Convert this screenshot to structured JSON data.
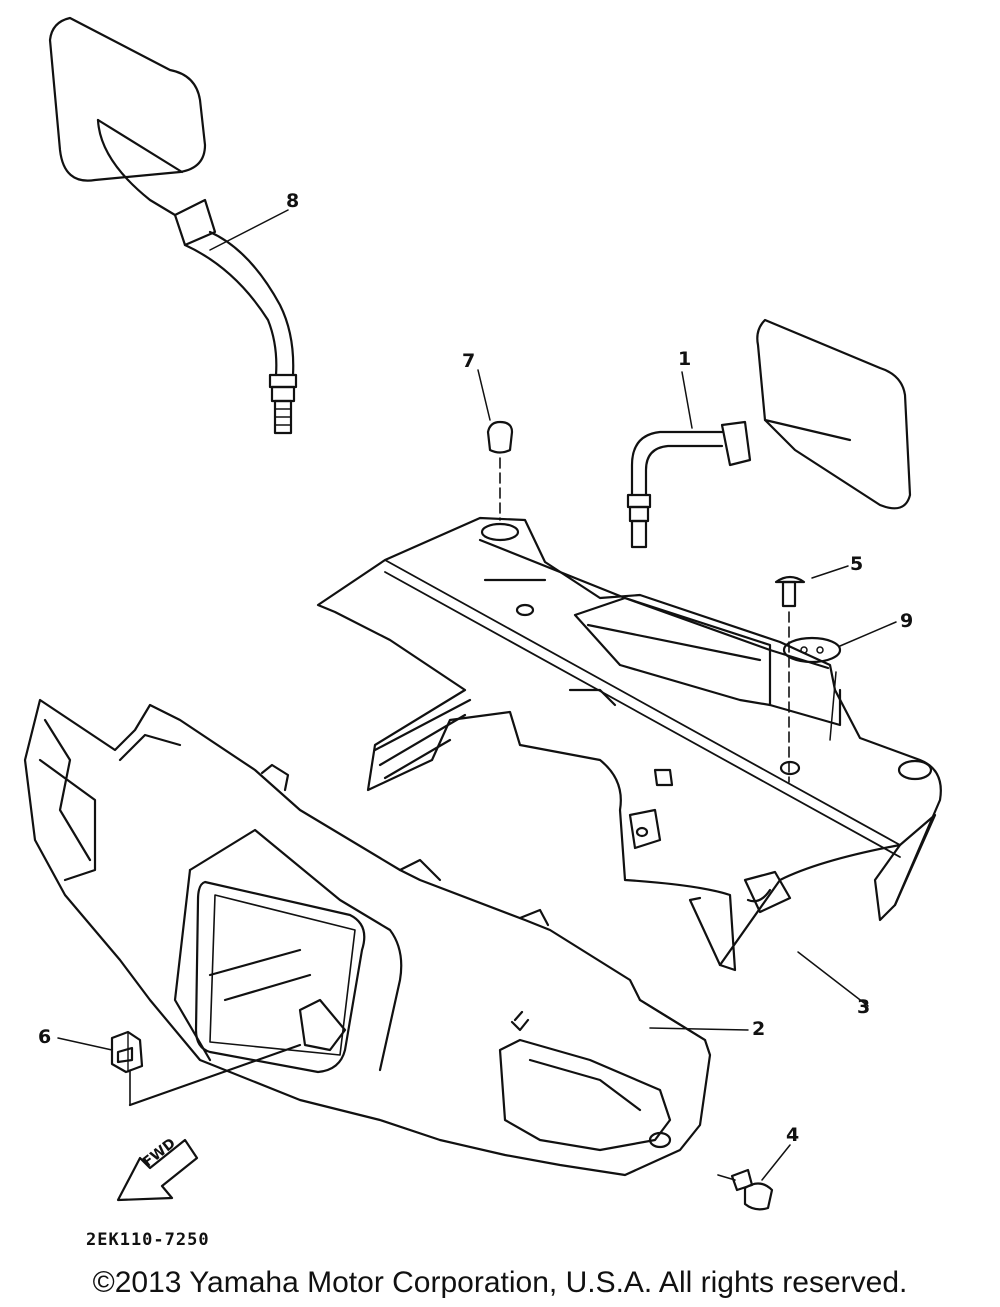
{
  "callouts": [
    "1",
    "2",
    "3",
    "4",
    "5",
    "6",
    "7",
    "8",
    "9"
  ],
  "fwd_text": "FWD",
  "ref_code": "2EK110-7250",
  "copyright": "©2013 Yamaha Motor Corporation, U.S.A. All rights reserved.",
  "colors": {
    "ink": "#111111",
    "paper": "#ffffff"
  }
}
